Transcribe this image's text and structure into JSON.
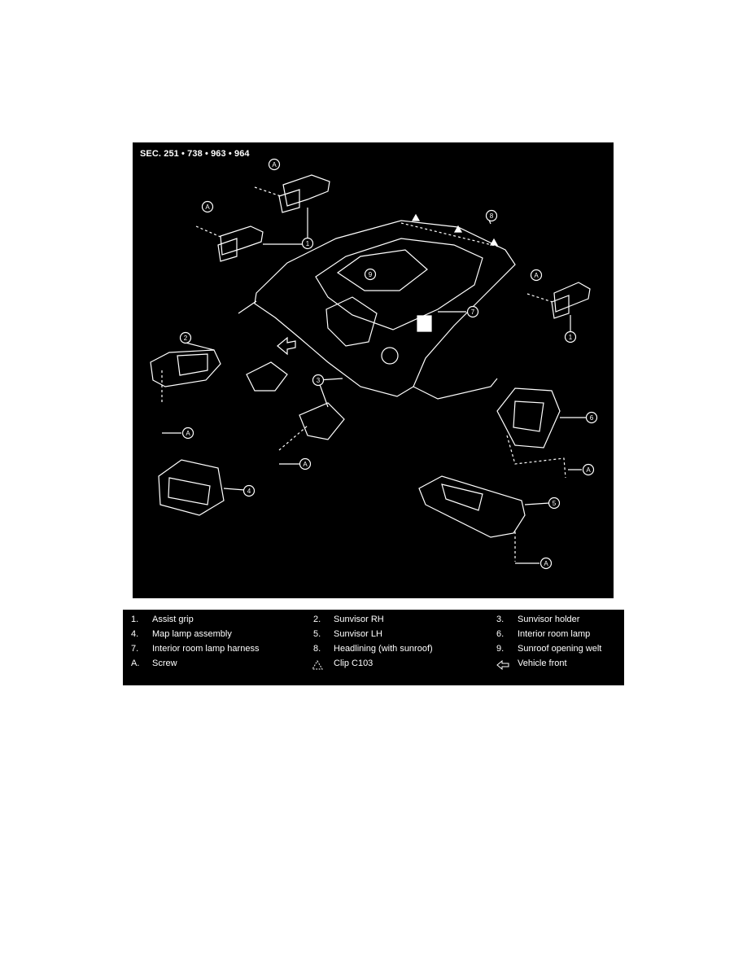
{
  "diagram": {
    "section_title": "SEC. 251 • 738 • 963 • 964",
    "callouts": {
      "c1": "1",
      "c2": "2",
      "c3": "3",
      "c4": "4",
      "c5": "5",
      "c6": "6",
      "c7": "7",
      "c8": "8",
      "c9": "9",
      "cA": "A"
    }
  },
  "legend": {
    "rows": [
      [
        {
          "num": "1.",
          "label": "Assist grip"
        },
        {
          "num": "2.",
          "label": "Sunvisor RH"
        },
        {
          "num": "3.",
          "label": "Sunvisor holder"
        }
      ],
      [
        {
          "num": "4.",
          "label": "Map lamp assembly"
        },
        {
          "num": "5.",
          "label": "Sunvisor LH"
        },
        {
          "num": "6.",
          "label": "Interior room lamp"
        }
      ],
      [
        {
          "num": "7.",
          "label": "Interior room lamp harness"
        },
        {
          "num": "8.",
          "label": "Headlining (with sunroof)"
        },
        {
          "num": "9.",
          "label": "Sunroof opening welt"
        }
      ],
      [
        {
          "num": "A.",
          "label": "Screw"
        },
        {
          "num": "",
          "label": "Clip C103",
          "icon": "triangle-icon"
        },
        {
          "num": "",
          "label": "Vehicle front",
          "icon": "arrow-left-icon"
        }
      ]
    ]
  }
}
